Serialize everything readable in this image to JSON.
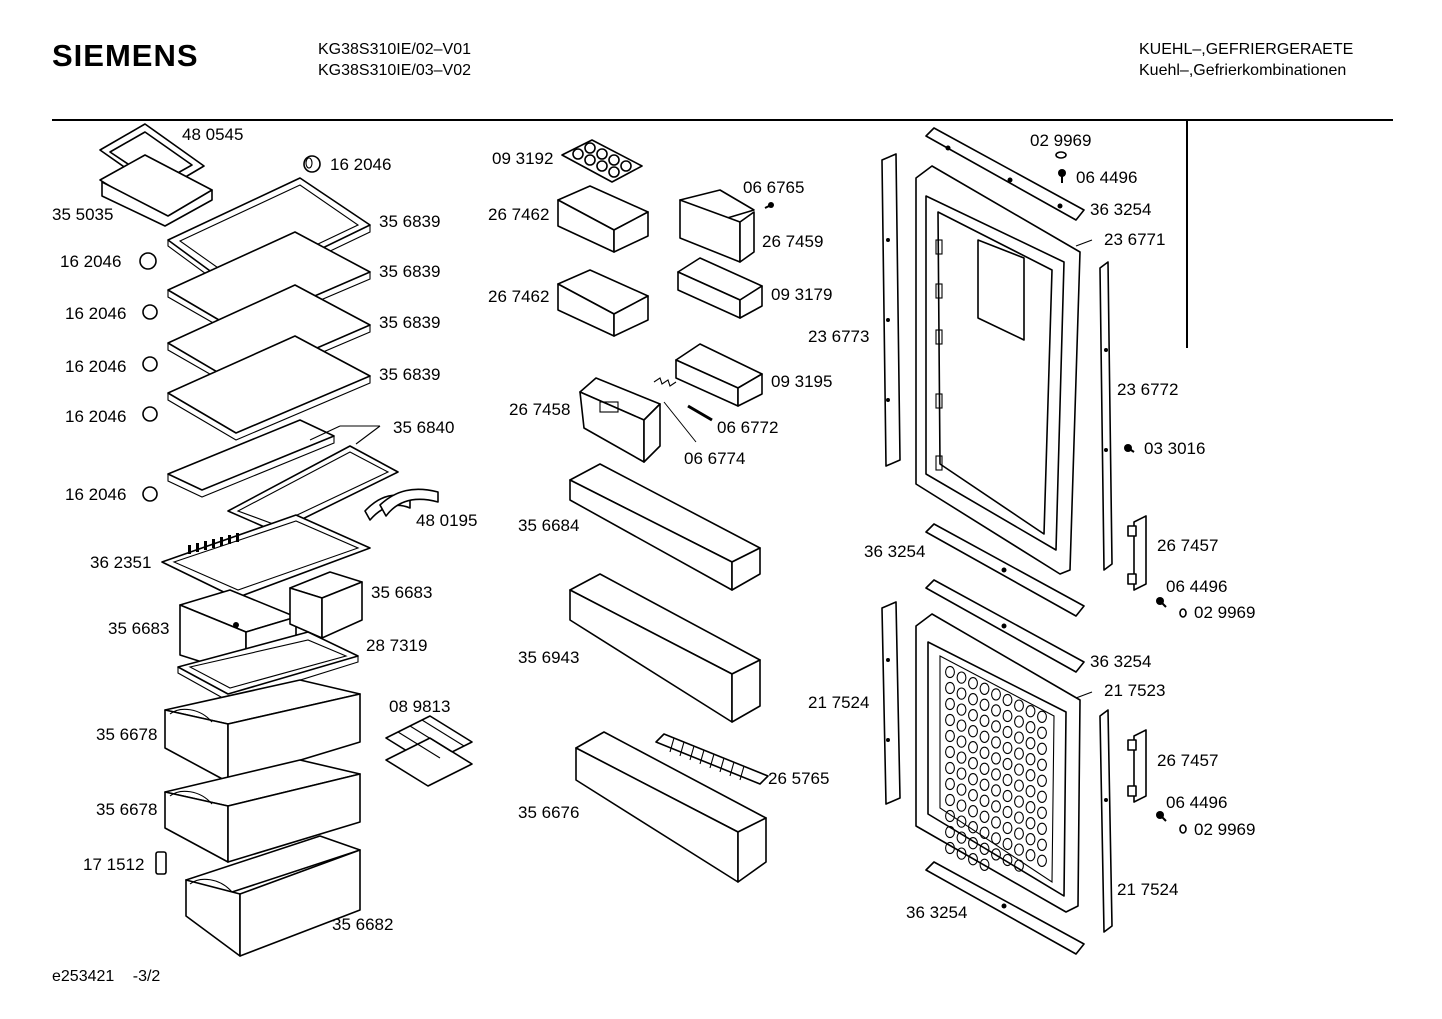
{
  "header": {
    "brand": "SIEMENS",
    "models": [
      "KG38S310IE/02–V01",
      "KG38S310IE/03–V02"
    ],
    "category": [
      "KUEHL–,GEFRIERGERAETE",
      "Kuehl–,Gefrierkombinationen"
    ]
  },
  "footer": {
    "doc_id": "e253421",
    "page": "-3/2"
  },
  "parts": {
    "p480545": "48 0545",
    "p162046a": "16 2046",
    "p355035": "35 5035",
    "p356839a": "35 6839",
    "p162046b": "16 2046",
    "p356839b": "35 6839",
    "p162046c": "16 2046",
    "p356839c": "35 6839",
    "p162046d": "16 2046",
    "p356839d": "35 6839",
    "p162046e": "16 2046",
    "p356840": "35 6840",
    "p162046f": "16 2046",
    "p480195": "48 0195",
    "p362351": "36 2351",
    "p356683a": "35 6683",
    "p356683b": "35 6683",
    "p287319": "28 7319",
    "p356678a": "35 6678",
    "p089813": "08 9813",
    "p356678b": "35 6678",
    "p171512": "17 1512",
    "p356682": "35 6682",
    "p093192": "09 3192",
    "p267462a": "26 7462",
    "p066765": "06 6765",
    "p267459": "26 7459",
    "p267462b": "26 7462",
    "p093179": "09 3179",
    "p093195": "09 3195",
    "p267458": "26 7458",
    "p066772": "06 6772",
    "p066774": "06 6774",
    "p356684": "35 6684",
    "p356943": "35 6943",
    "p265765": "26 5765",
    "p356676": "35 6676",
    "p029969a": "02 9969",
    "p064496a": "06 4496",
    "p363254a": "36 3254",
    "p236771": "23 6771",
    "p236773": "23 6773",
    "p236772": "23 6772",
    "p033016": "03 3016",
    "p363254b": "36 3254",
    "p267457a": "26 7457",
    "p064496b": "06 4496",
    "p029969b": "02 9969",
    "p363254c": "36 3254",
    "p217523": "21 7523",
    "p217524a": "21 7524",
    "p267457b": "26 7457",
    "p064496c": "06 4496",
    "p029969c": "02 9969",
    "p217524b": "21 7524",
    "p363254d": "36 3254"
  }
}
